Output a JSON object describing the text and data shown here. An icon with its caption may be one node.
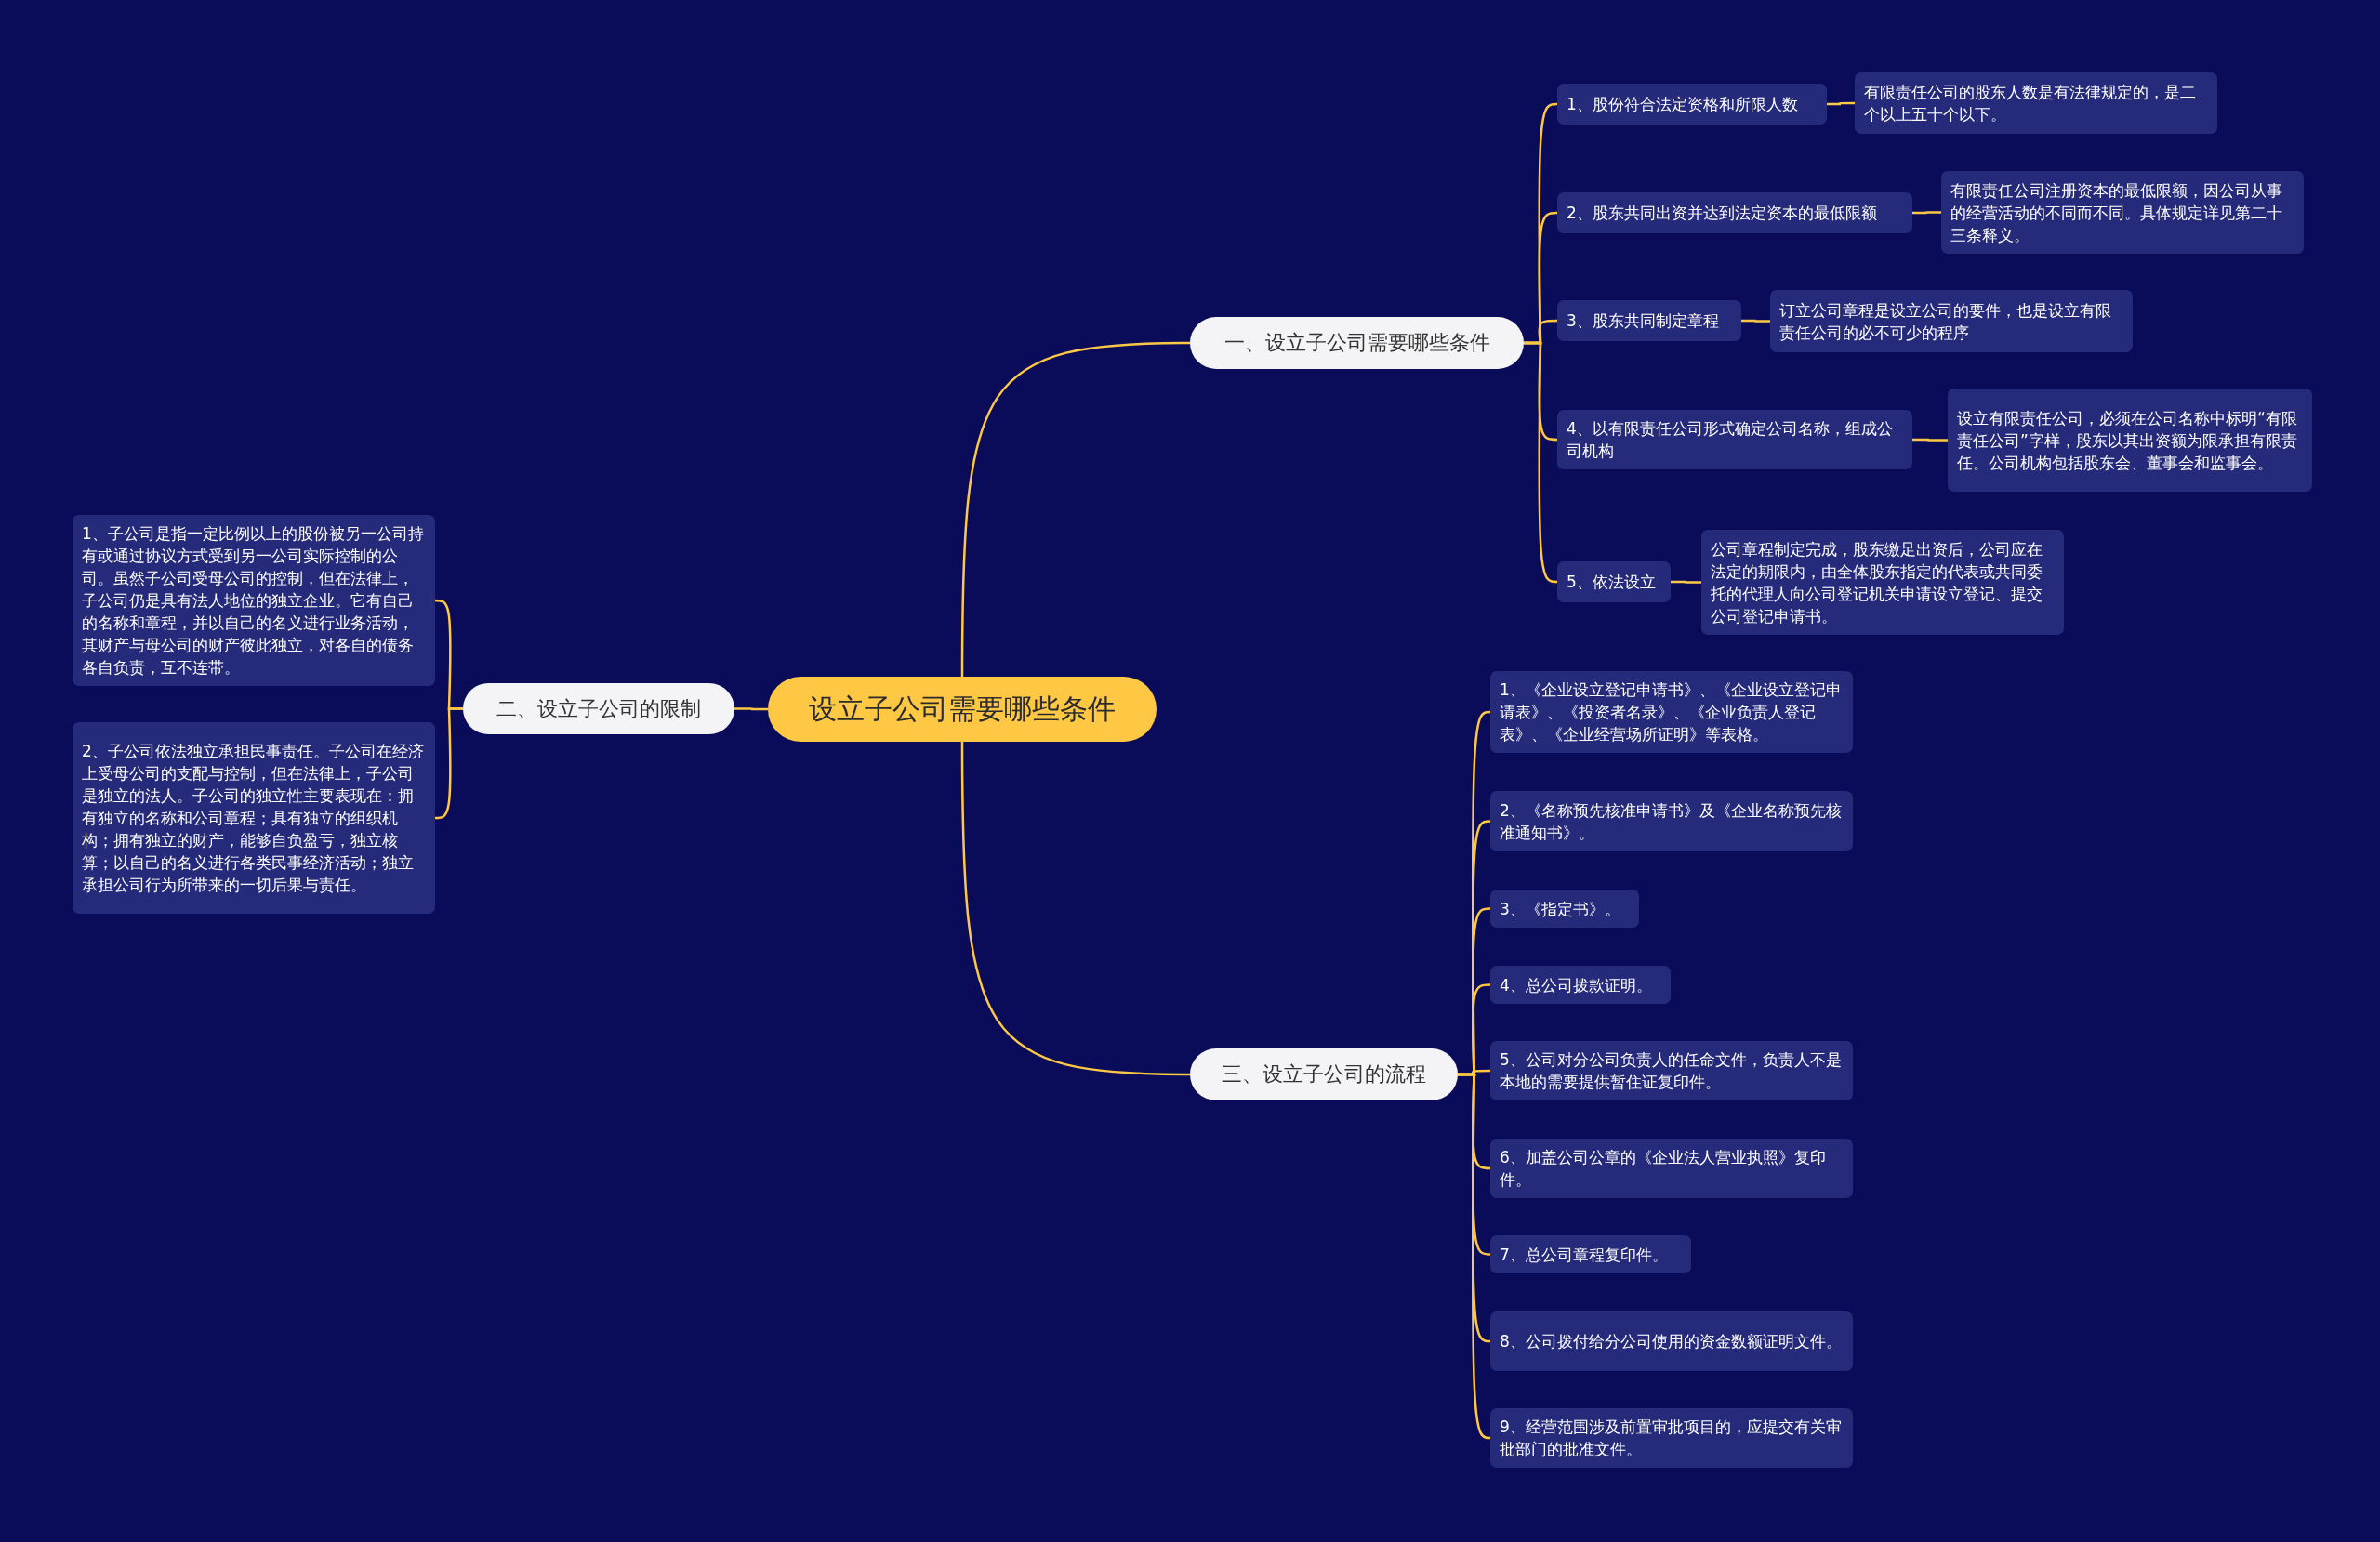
{
  "diagram": {
    "nodes": [
      {
        "text": [
          "设立子公司需要哪些条件"
        ]
      },
      {
        "text": [
          "一、设立子公司需要哪些条件"
        ]
      },
      {
        "text": [
          "1、股份符合法定资格和所限人数"
        ]
      },
      {
        "text": [
          "有限责任公司的股东人数是有法律规定的，是二个以上五十个以下。"
        ]
      },
      {
        "text": [
          "2、股东共同出资并达到法定资本的最低限额"
        ]
      },
      {
        "text": [
          "有限责任公司注册资本的最低限额，因公司从事的经营活动的不同而不同。具体规定详见第二十三条释义。"
        ]
      },
      {
        "text": [
          "3、股东共同制定章程"
        ]
      },
      {
        "text": [
          "订立公司章程是设立公司的要件，也是设立有限责任公司的必不可少的程序"
        ]
      },
      {
        "text": [
          "4、以有限责任公司形式确定公司名称，组成公司机构"
        ]
      },
      {
        "text": [
          "设立有限责任公司，必须在公司名称中标明“有限责任公司”字样，股东以其出资额为限承担有限责任。公司机构包括股东会、董事会和监事会。"
        ]
      },
      {
        "text": [
          "5、依法设立"
        ]
      },
      {
        "text": [
          "公司章程制定完成，股东缴足出资后，公司应在法定的期限内，由全体股东指定的代表或共同委托的代理人向公司登记机关申请设立登记、提交公司登记申请书。"
        ]
      },
      {
        "text": [
          "二、设立子公司的限制"
        ]
      },
      {
        "text": [
          "1、子公司是指一定比例以上的股份被另一公司持有或通过协议方式受到另一公司实际控制的公司。虽然子公司受母公司的控制，但在法律上，子公司仍是具有法人地位的独立企业。它有自己的名称和章程，并以自己的名义进行业务活动，其财产与母公司的财产彼此独立，对各自的债务各自负责，互不连带。"
        ]
      },
      {
        "text": [
          "2、子公司依法独立承担民事责任。子公司在经济上受母公司的支配与控制，但在法律上，子公司是独立的法人。子公司的独立性主要表现在：拥有独立的名称和公司章程；具有独立的组织机构；拥有独立的财产，能够自负盈亏，独立核算；以自己的名义进行各类民事经济活动；独立承担公司行为所带来的一切后果与责任。"
        ]
      },
      {
        "text": [
          "三、设立子公司的流程"
        ]
      },
      {
        "text": [
          "1、《企业设立登记申请书》、《企业设立登记申请表》、《投资者名录》、《企业负责人登记表》、《企业经营场所证明》等表格。"
        ]
      },
      {
        "text": [
          "2、《名称预先核准申请书》及《企业名称预先核准通知书》。"
        ]
      },
      {
        "text": [
          "3、《指定书》。"
        ]
      },
      {
        "text": [
          "4、总公司拨款证明。"
        ]
      },
      {
        "text": [
          "5、公司对分公司负责人的任命文件，负责人不是本地的需要提供暂住证复印件。"
        ]
      },
      {
        "text": [
          "6、加盖公司公章的《企业法人营业执照》复印件。"
        ]
      },
      {
        "text": [
          "7、总公司章程复印件。"
        ]
      },
      {
        "text": [
          "8、公司拨付给分公司使用的资金数额证明文件。"
        ]
      },
      {
        "text": [
          "9、经营范围涉及前置审批项目的，应提交有关审批部门的批准文件。"
        ]
      }
    ],
    "edges": [
      {
        "from": 0,
        "to": 1,
        "arrow": "none"
      },
      {
        "from": 1,
        "to": 2,
        "arrow": "none"
      },
      {
        "from": 2,
        "to": 3,
        "arrow": "none"
      },
      {
        "from": 1,
        "to": 4,
        "arrow": "none"
      },
      {
        "from": 4,
        "to": 5,
        "arrow": "none"
      },
      {
        "from": 1,
        "to": 6,
        "arrow": "none"
      },
      {
        "from": 6,
        "to": 7,
        "arrow": "none"
      },
      {
        "from": 1,
        "to": 8,
        "arrow": "none"
      },
      {
        "from": 8,
        "to": 9,
        "arrow": "none"
      },
      {
        "from": 1,
        "to": 10,
        "arrow": "none"
      },
      {
        "from": 10,
        "to": 11,
        "arrow": "none"
      },
      {
        "from": 0,
        "to": 12,
        "arrow": "none"
      },
      {
        "from": 12,
        "to": 13,
        "arrow": "none"
      },
      {
        "from": 12,
        "to": 14,
        "arrow": "none"
      },
      {
        "from": 0,
        "to": 15,
        "arrow": "none"
      },
      {
        "from": 15,
        "to": 16,
        "arrow": "none"
      },
      {
        "from": 15,
        "to": 17,
        "arrow": "none"
      },
      {
        "from": 15,
        "to": 18,
        "arrow": "none"
      },
      {
        "from": 15,
        "to": 19,
        "arrow": "none"
      },
      {
        "from": 15,
        "to": 20,
        "arrow": "none"
      },
      {
        "from": 15,
        "to": 21,
        "arrow": "none"
      },
      {
        "from": 15,
        "to": 22,
        "arrow": "none"
      },
      {
        "from": 15,
        "to": 23,
        "arrow": "none"
      },
      {
        "from": 15,
        "to": 24,
        "arrow": "none"
      }
    ]
  }
}
